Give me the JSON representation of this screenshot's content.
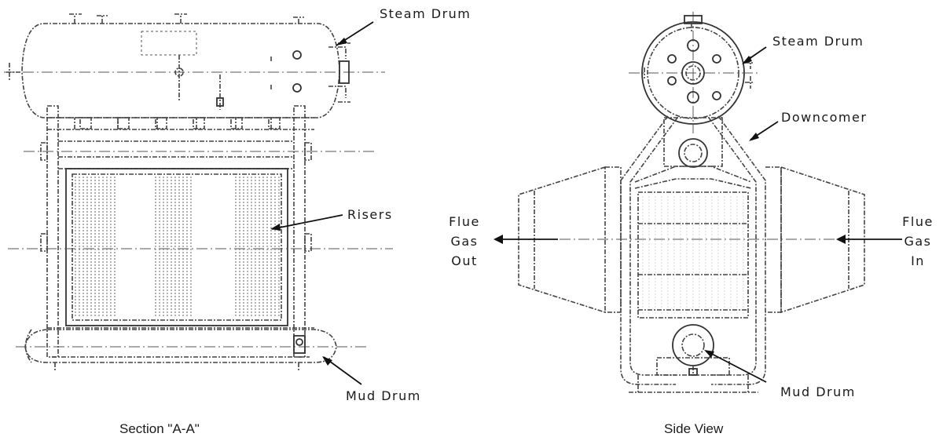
{
  "left_view": {
    "steam_drum_label": "Steam Drum",
    "risers_label": "Risers",
    "mud_drum_label": "Mud Drum",
    "caption": "Section \"A-A\""
  },
  "right_view": {
    "steam_drum_label": "Steam Drum",
    "downcomer_label": "Downcomer",
    "mud_drum_label": "Mud Drum",
    "flue_gas_out": [
      "Flue",
      "Gas",
      "Out"
    ],
    "flue_gas_in": [
      "Flue",
      "Gas",
      "In"
    ],
    "caption": "Side View"
  },
  "colors": {
    "line": "#444444",
    "text": "#1a1a1a",
    "background": "#ffffff"
  }
}
